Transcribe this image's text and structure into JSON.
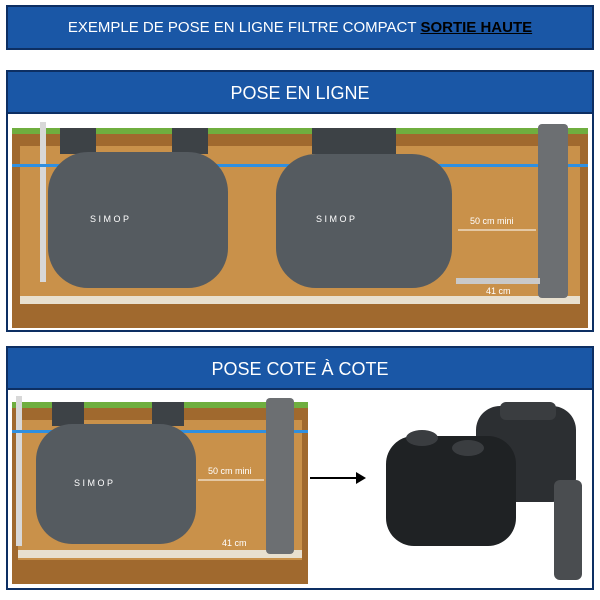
{
  "header": {
    "title_main": "EXEMPLE DE POSE EN LIGNE FILTRE COMPACT",
    "title_highlight": "SORTIE HAUTE"
  },
  "panel_inline": {
    "title": "POSE EN LIGNE",
    "tank_letters_1": "S I M O P",
    "tank_letters_2": "S I M O P",
    "distance_label": "50 cm mini",
    "depth_label": "41 cm"
  },
  "panel_side": {
    "title": "POSE COTE À COTE",
    "tank_letters": "S I M O P",
    "distance_label": "50 cm mini",
    "depth_label": "41 cm"
  },
  "colors": {
    "header_blue": "#1a57a6",
    "soil": "#a0692e",
    "grass": "#6fae3f",
    "tank": "#555b60",
    "water_line": "#2f8fe0"
  }
}
